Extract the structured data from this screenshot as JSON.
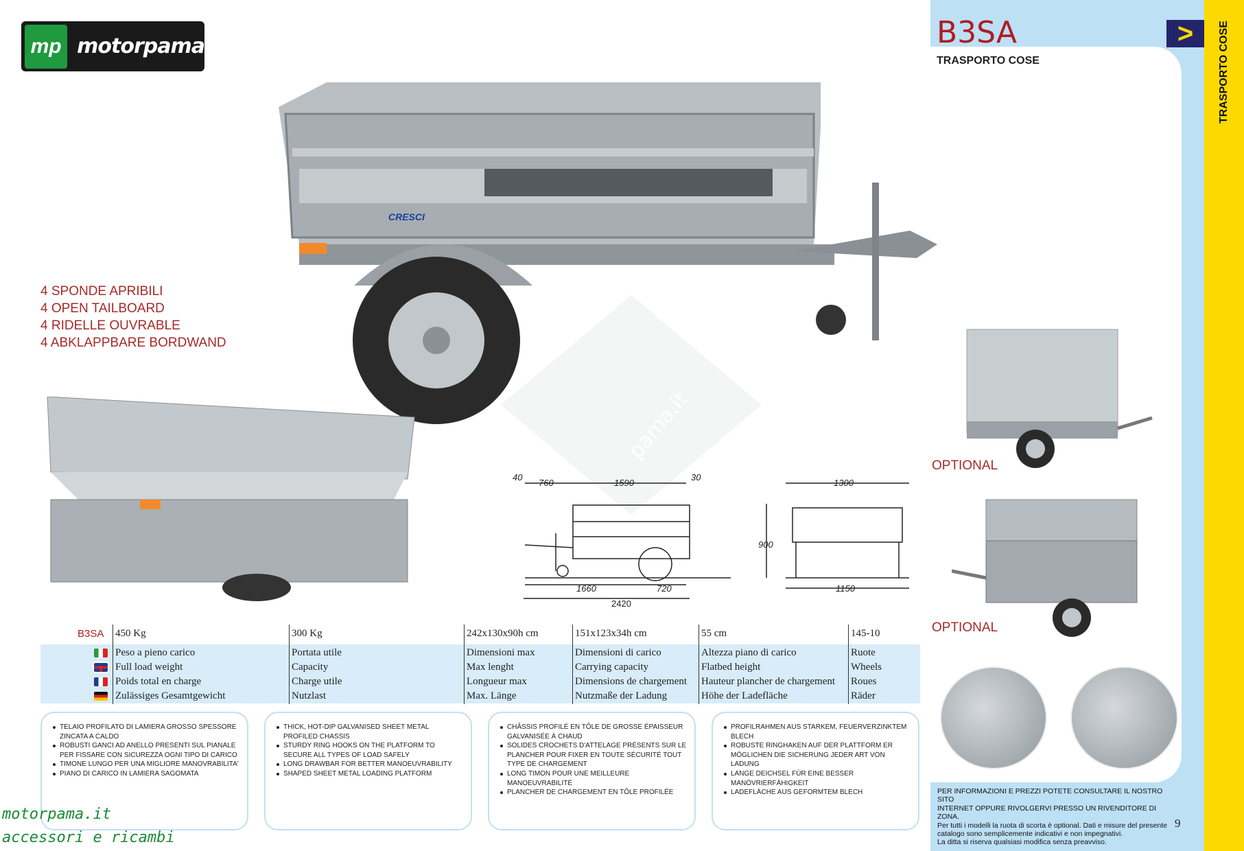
{
  "logo": {
    "brand": "motorpama",
    "mark": "mp"
  },
  "header": {
    "model": "B3SA",
    "category": "TRASPORTO COSE",
    "side_tab": "TRASPORTO COSE",
    "chevron": ">"
  },
  "features": [
    "4 SPONDE APRIBILI",
    "4 OPEN TAILBOARD",
    "4 RIDELLE OUVRABLE",
    "4 ABKLAPPBARE BORDWAND"
  ],
  "photo": {
    "brand_sticker": "CRESCI"
  },
  "optional": [
    "OPTIONAL",
    "OPTIONAL"
  ],
  "diagram": {
    "dims": [
      "40",
      "760",
      "1590",
      "30",
      "1300",
      "900",
      "1660",
      "720",
      "2420",
      "1150"
    ]
  },
  "specs": {
    "model": "B3SA",
    "values": [
      "450 Kg",
      "300 Kg",
      "242x130x90h cm",
      "151x123x34h cm",
      "55 cm",
      "145-10"
    ],
    "labels": [
      [
        "Peso a pieno carico",
        "Full load weight",
        "Poids total en charge",
        "Zulässiges Gesamtgewicht"
      ],
      [
        "Portata utile",
        "Capacity",
        "Charge utile",
        "Nutzlast"
      ],
      [
        "Dimensioni max",
        "Max lenght",
        "Longueur max",
        "Max. Länge"
      ],
      [
        "Dimensioni di carico",
        "Carrying capacity",
        "Dimensions de chargement",
        "Nutzmaße der Ladung"
      ],
      [
        "Altezza piano di carico",
        "Flatbed height",
        "Hauteur plancher de chargement",
        "Höhe der Ladefläche"
      ],
      [
        "Ruote",
        "Wheels",
        "Roues",
        "Räder"
      ]
    ]
  },
  "bullets": [
    [
      "TELAIO PROFILATO DI LAMIERA  GROSSO SPESSORE ZINCATA  A CALDO",
      "ROBUSTI GANCI AD ANELLO PRESENTI SUL PIANALE PER FISSARE CON SICUREZZA OGNI TIPO DI CARICO",
      "TIMONE LUNGO PER UNA MIGLIORE MANOVRABILITA'",
      "PIANO DI CARICO IN LAMIERA SAGOMATA"
    ],
    [
      "THICK, HOT-DIP GALVANISED SHEET METAL PROFILED CHASSIS",
      "STURDY RING HOOKS ON THE PLATFORM TO SECURE ALL TYPES OF LOAD SAFELY",
      "LONG DRAWBAR FOR BETTER MANOEUVRABILITY",
      "SHAPED SHEET METAL LOADING PLATFORM"
    ],
    [
      "CHÂSSIS PROFILÉ EN TÔLE DE GROSSE ÉPAISSEUR GALVANISÉE À CHAUD",
      "SOLIDES CROCHETS D'ATTELAGE PRÉSENTS SUR LE PLANCHER POUR FIXER EN TOUTE SÉCURITÉ TOUT TYPE DE CHARGEMENT",
      "LONG TIMON POUR UNE MEILLEURE MANOEUVRABILITÉ",
      "PLANCHER DE CHARGEMENT EN TÔLE PROFILÉE"
    ],
    [
      "PROFILRAHMEN AUS STARKEM, FEUERVERZINKTEM BLECH",
      "ROBUSTE RINGHAKEN AUF DER PLATTFORM ER MÖGLICHEN DIE SICHERUNG JEDER ART VON LADUNG",
      "LANGE DEICHSEL FÜR EINE BESSER MANÖVRIERFÄHIGKEIT",
      "LADEFLÄCHE AUS GEFORMTEM BLECH"
    ]
  ],
  "watermark": {
    "site": "motorpama.it",
    "tagline": "accessori e ricambi",
    "diamond": "pama.it"
  },
  "footer": {
    "lines": [
      "PER INFORMAZIONI E PREZZI POTETE CONSULTARE IL NOSTRO SITO",
      "INTERNET OPPURE RIVOLGERVI PRESSO UN RIVENDITORE DI ZONA.",
      "Per tutti i modelli la ruota di scorta è optional. Dati e misure del presente",
      "catalogo sono semplicemente indicativi e non impegnativi.",
      "La ditta si riserva qualsiasi modifica senza preavviso."
    ],
    "page": "9"
  },
  "colors": {
    "red": "#b01c23",
    "blue": "#bde0f5",
    "yellow": "#fcd900",
    "navy": "#24246a",
    "green": "#1b8a35"
  }
}
